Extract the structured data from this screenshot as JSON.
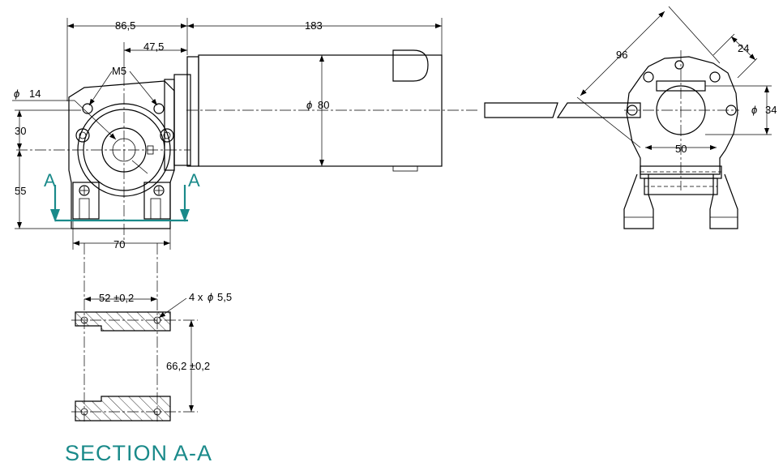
{
  "dimensions": {
    "overall_gearbox_width": "86,5",
    "shaft_offset": "47,5",
    "motor_length": "183",
    "diagonal_96": "96",
    "flange_24": "24",
    "shaft_dia_14": "14",
    "thread": "M5",
    "motor_dia": "80",
    "output_dia": "34",
    "h_30": "30",
    "h_55": "55",
    "base_70": "70",
    "width_50": "50",
    "hole_spacing": "52 ±0,2",
    "hole_pattern": "4 x",
    "hole_dia": "5,5",
    "hole_vertical": "66,2 ±0,2",
    "phi_symbol": "ϕ"
  },
  "section": {
    "marker": "A",
    "title": "SECTION A-A"
  },
  "colors": {
    "line": "#000000",
    "section_accent": "#1a8a8a"
  }
}
